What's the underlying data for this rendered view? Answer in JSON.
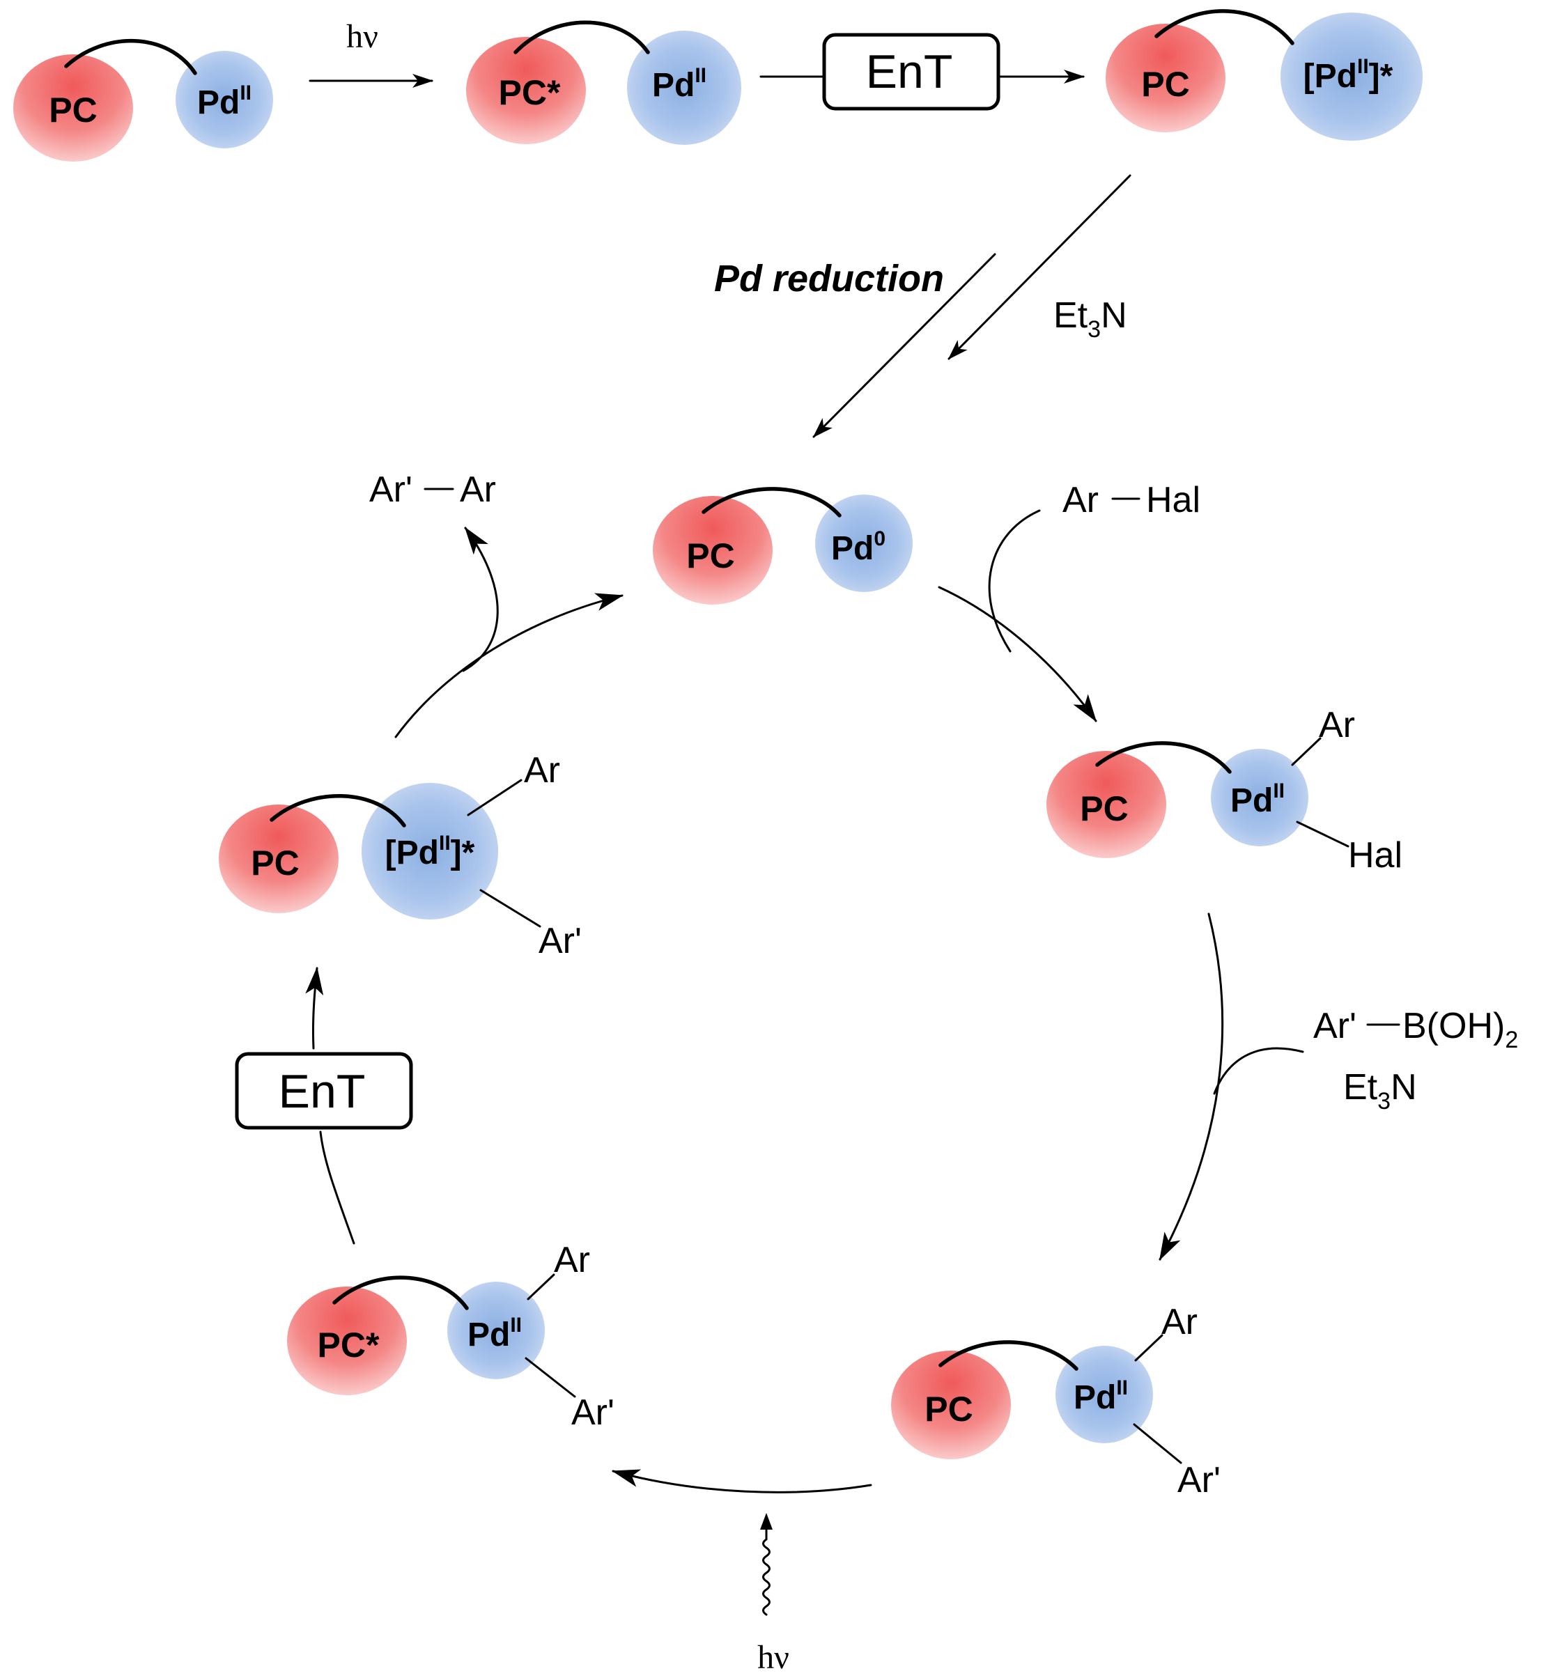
{
  "species": {
    "pc": "PC",
    "pc_excited": "PC*",
    "pd": "Pd",
    "pd_ox_2": "II",
    "pd_ox_0": "0",
    "bracket_open": "[",
    "bracket_close": "]*"
  },
  "labels": {
    "hv": "hν",
    "ent": "EnT",
    "pd_reduction": "Pd reduction",
    "et3n_et": "Et",
    "et3n_sub": "3",
    "et3n_n": "N",
    "ar": "Ar",
    "ar_prime": "Ar'",
    "hal": "Hal",
    "ar_hal_ar": "Ar",
    "ar_hal_hal": "Hal",
    "product_left": "Ar'",
    "product_right": "Ar",
    "boronic_ar": "Ar'",
    "boronic_b": "B(OH)",
    "boronic_sub": "2"
  },
  "colors": {
    "pc_center": "#f05a5a",
    "pc_edge": "#fbd0d0",
    "pd_center": "#8fb2e3",
    "pd_edge": "#d5e2f5"
  }
}
